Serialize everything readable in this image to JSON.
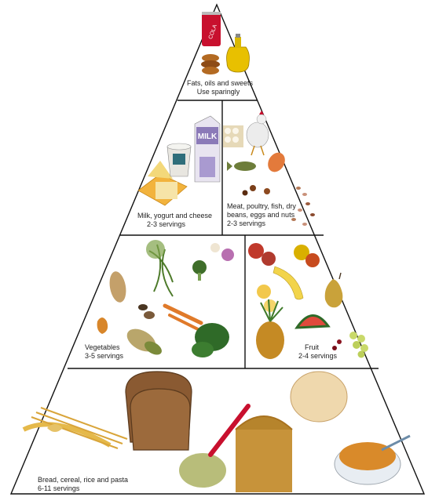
{
  "pyramid": {
    "tiers": [
      {
        "id": "fats",
        "lines": [
          "Fats, oils and sweets",
          "Use sparingly"
        ]
      },
      {
        "id": "milk",
        "lines": [
          "Milk, yogurt and cheese",
          "2-3 servings"
        ]
      },
      {
        "id": "meat",
        "lines": [
          "Meat, poultry, fish, dry",
          "beans, eggs and nuts",
          "2-3 servings"
        ]
      },
      {
        "id": "vegetables",
        "lines": [
          "Vegetables",
          "3-5 servings"
        ]
      },
      {
        "id": "fruit",
        "lines": [
          "Fruit",
          "2-4 servings"
        ]
      },
      {
        "id": "bread",
        "lines": [
          "Bread, cereal, rice and pasta",
          "6-11 servings"
        ]
      }
    ],
    "food_labels": {
      "cola_can": "COLA",
      "milk_carton": "MILK"
    }
  }
}
